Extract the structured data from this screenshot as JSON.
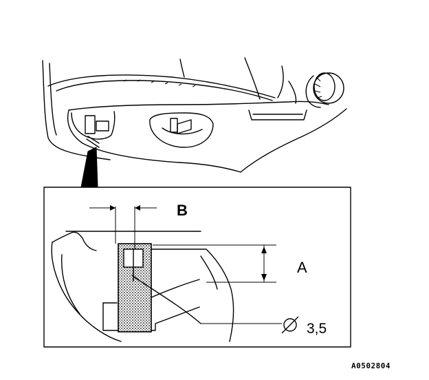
{
  "labels": {
    "b": "B",
    "a": "A",
    "diameter": "3,5",
    "reference": "A0502804"
  },
  "icons": {
    "diameter_symbol": "diameter-symbol-icon"
  }
}
